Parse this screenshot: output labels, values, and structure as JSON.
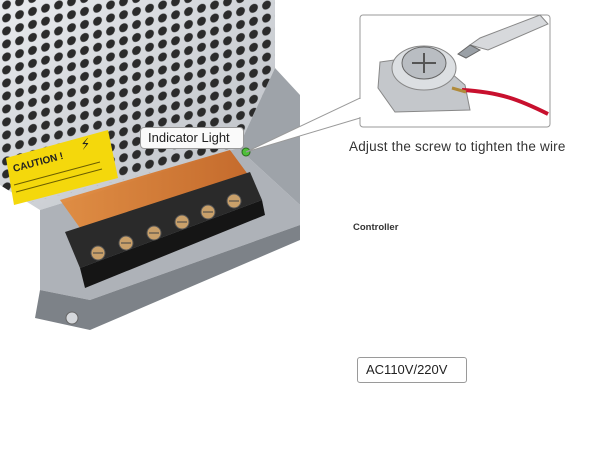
{
  "labels": {
    "indicator": "Indicator Light",
    "screw_caption": "Adjust the screw to tighten the wire",
    "controller": "Controller",
    "ac_input": "AC110V/220V",
    "caution": "CAUTION !",
    "warning_glyph": "⚡"
  },
  "colors": {
    "psu_body": "#c9ccd1",
    "terminal_cover": "#d9772a",
    "terminal_block": "#2a2a2a",
    "wire_red": "#c8102e",
    "wire_black": "#222222",
    "wire_yellow": "#d8c36a",
    "cob_strip": "#f7b733",
    "caution_label": "#f4d80c",
    "cord": "#1b1b1b"
  }
}
